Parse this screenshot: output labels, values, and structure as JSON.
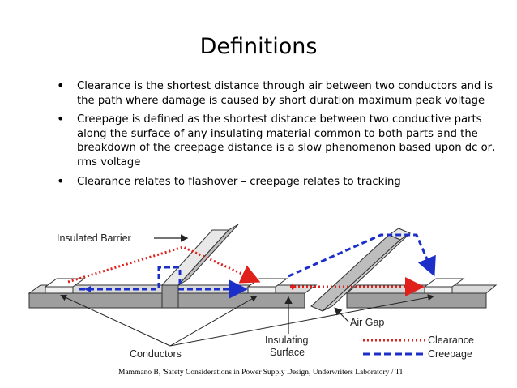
{
  "slide": {
    "title": "Definitions",
    "bullets": [
      {
        "text": "Clearance is the shortest distance through air between two conductors and is the path where damage is caused by short duration maximum peak voltage"
      },
      {
        "text": "Creepage is defined as the shortest distance between two conductive parts along the surface of any insulating material common to both parts and the breakdown of the creepage distance is a slow phenomenon based upon dc or, rms voltage"
      },
      {
        "text": "Clearance relates to flashover – creepage relates to tracking"
      }
    ],
    "diagram": {
      "labels": {
        "insulated_barrier": "Insulated Barrier",
        "conductors": "Conductors",
        "insulating_line1": "Insulating",
        "insulating_line2": "Surface",
        "air_gap": "Air Gap"
      },
      "legend": [
        {
          "label": "Clearance",
          "color": "#e0201b",
          "style": "dotted"
        },
        {
          "label": "Creepage",
          "color": "#1d2fc9",
          "style": "dashed"
        }
      ]
    },
    "citation": "Mammano B, 'Safety Considerations in Power Supply Design, Underwriters Laboratory / TI"
  }
}
